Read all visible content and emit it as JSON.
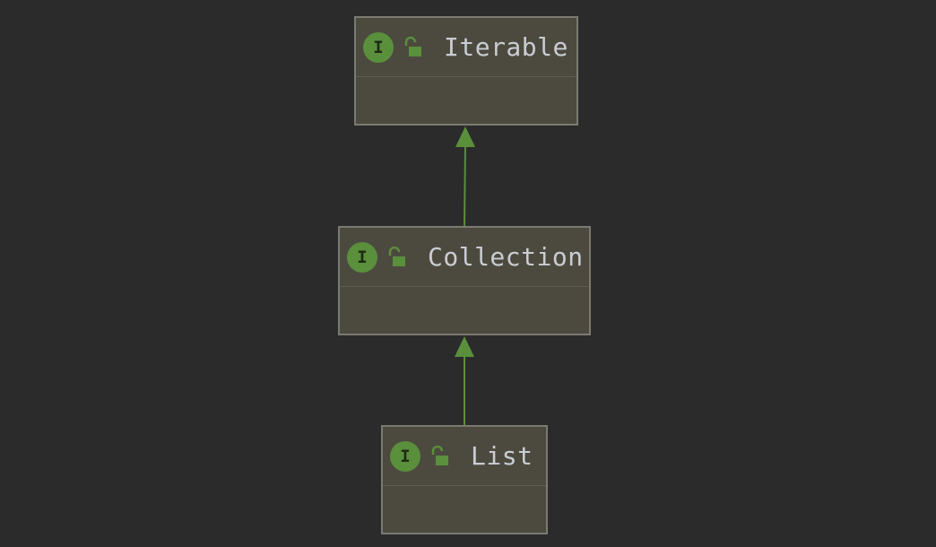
{
  "diagram": {
    "nodes": [
      {
        "id": "iterable",
        "name": "Iterable",
        "kind_badge": "I",
        "kind_icon": "interface-icon",
        "visibility_icon": "unlocked-icon"
      },
      {
        "id": "collection",
        "name": "Collection",
        "kind_badge": "I",
        "kind_icon": "interface-icon",
        "visibility_icon": "unlocked-icon"
      },
      {
        "id": "list",
        "name": "List",
        "kind_badge": "I",
        "kind_icon": "interface-icon",
        "visibility_icon": "unlocked-icon"
      }
    ],
    "edges": [
      {
        "from": "collection",
        "to": "iterable",
        "type": "extends"
      },
      {
        "from": "list",
        "to": "collection",
        "type": "extends"
      }
    ]
  },
  "colors": {
    "background": "#2b2b2b",
    "node_fill": "#4c4a3f",
    "node_border": "#7a7a72",
    "accent_green": "#5a8f3c",
    "title_text": "#c9cdd2"
  }
}
